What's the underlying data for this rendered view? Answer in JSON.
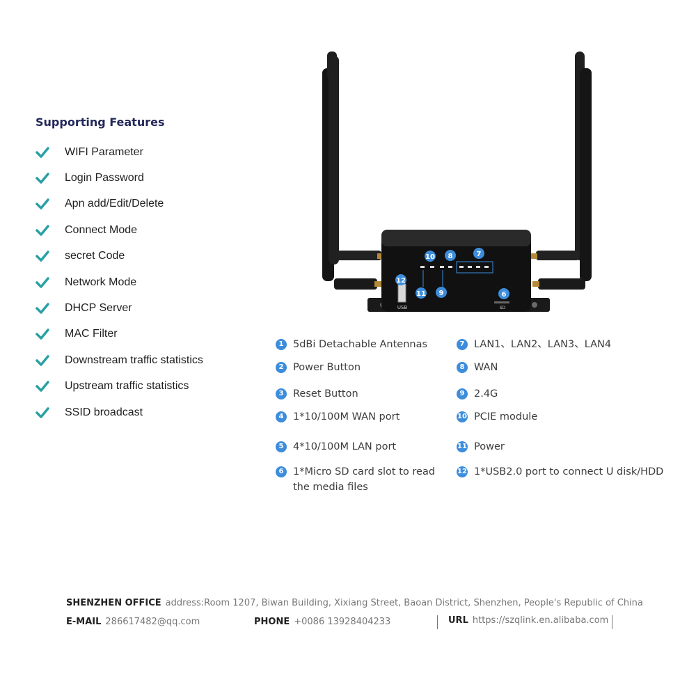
{
  "features": {
    "title": "Supporting Features",
    "items": [
      "WIFI Parameter",
      "Login Password",
      "Apn add/Edit/Delete",
      "Connect Mode",
      "secret  Code",
      "Network Mode",
      "DHCP Server",
      "MAC Filter",
      "Downstream traffic statistics",
      "Upstream traffic statistics",
      "SSID broadcast"
    ],
    "check_color": "#2aa0a4"
  },
  "device": {
    "usb_label": "USB",
    "sd_label": "SD",
    "markers": [
      "10",
      "8",
      "7",
      "12",
      "11",
      "9",
      "6"
    ]
  },
  "callouts": {
    "left": [
      {
        "num": "1",
        "label": "5dBi Detachable Antennas"
      },
      {
        "num": "2",
        "label": "Power Button"
      },
      {
        "num": "3",
        "label": "Reset Button"
      },
      {
        "num": "4",
        "label": "1*10/100M WAN port"
      },
      {
        "num": "5",
        "label": "4*10/100M LAN port"
      },
      {
        "num": "6",
        "label": "1*Micro SD card slot to read the media files"
      }
    ],
    "right": [
      {
        "num": "7",
        "label": "LAN1、LAN2、LAN3、LAN4"
      },
      {
        "num": "8",
        "label": "WAN"
      },
      {
        "num": "9",
        "label": "2.4G"
      },
      {
        "num": "10",
        "label": "PCIE module"
      },
      {
        "num": "11",
        "label": "Power"
      },
      {
        "num": "12",
        "label": "1*USB2.0 port to connect U disk/HDD"
      }
    ],
    "badge_color": "#3d8ddc"
  },
  "footer": {
    "office_key": "SHENZHEN OFFICE",
    "office_value": "address:Room 1207, Biwan Building, Xixiang Street, Baoan District, Shenzhen, People's Republic of China",
    "email_key": "E-MAIL",
    "email_value": "286617482@qq.com",
    "phone_key": "PHONE",
    "phone_value": "+0086 13928404233",
    "url_key": "URL",
    "url_value": "https://szqlink.en.alibaba.com"
  }
}
